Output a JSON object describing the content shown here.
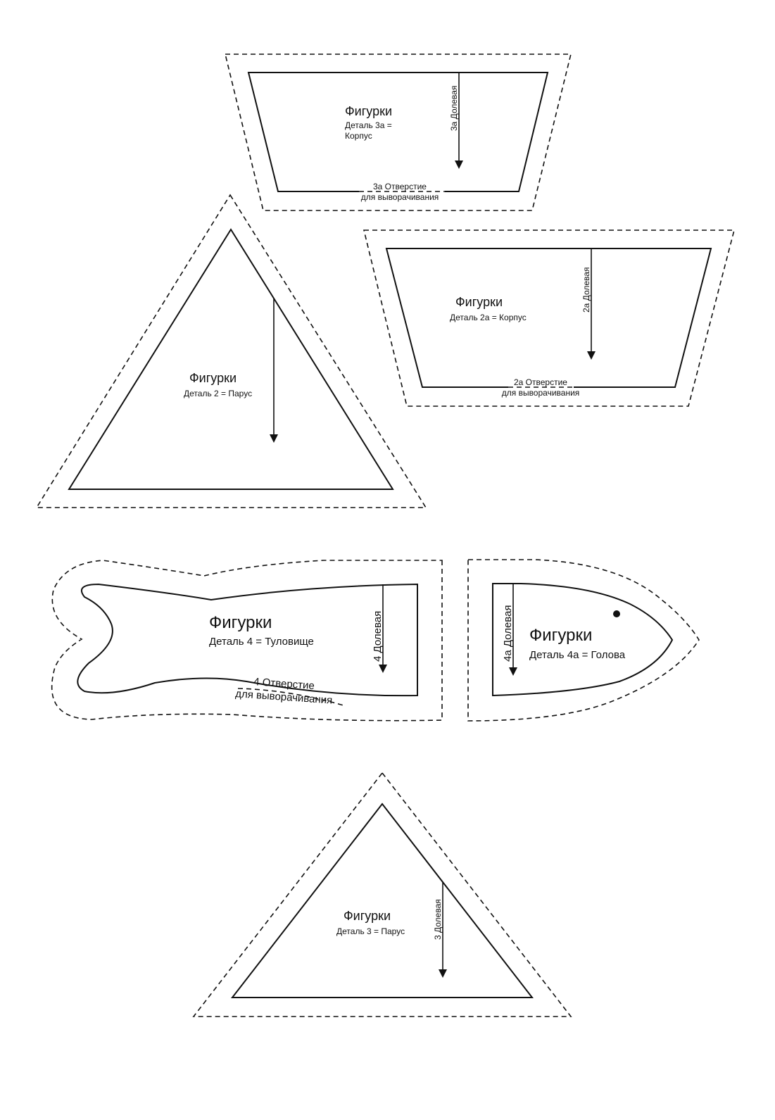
{
  "pieces": {
    "p3a": {
      "title": "Фигурки",
      "detail_line1": "Деталь 3а =",
      "detail_line2": "Корпус",
      "grain": "3а  Долевая",
      "opening_line1": "3а  Отверстие",
      "opening_line2": "для выворачивания"
    },
    "p2a": {
      "title": "Фигурки",
      "detail": "Деталь 2а = Корпус",
      "grain": "2а  Долевая",
      "opening_line1": "2а  Отверстие",
      "opening_line2": "для выворачивания"
    },
    "p2": {
      "title": "Фигурки",
      "detail": "Деталь 2 = Парус"
    },
    "p4": {
      "title": "Фигурки",
      "detail": "Деталь 4 = Туловище",
      "grain": "4  Долевая",
      "opening_line1": "4  Отверстие",
      "opening_line2": "для выворачивания"
    },
    "p4a": {
      "title": "Фигурки",
      "detail": "Деталь 4а = Голова",
      "grain": "4а  Долевая"
    },
    "p3": {
      "title": "Фигурки",
      "detail": "Деталь 3 = Парус",
      "grain": "3  Долевая"
    }
  }
}
